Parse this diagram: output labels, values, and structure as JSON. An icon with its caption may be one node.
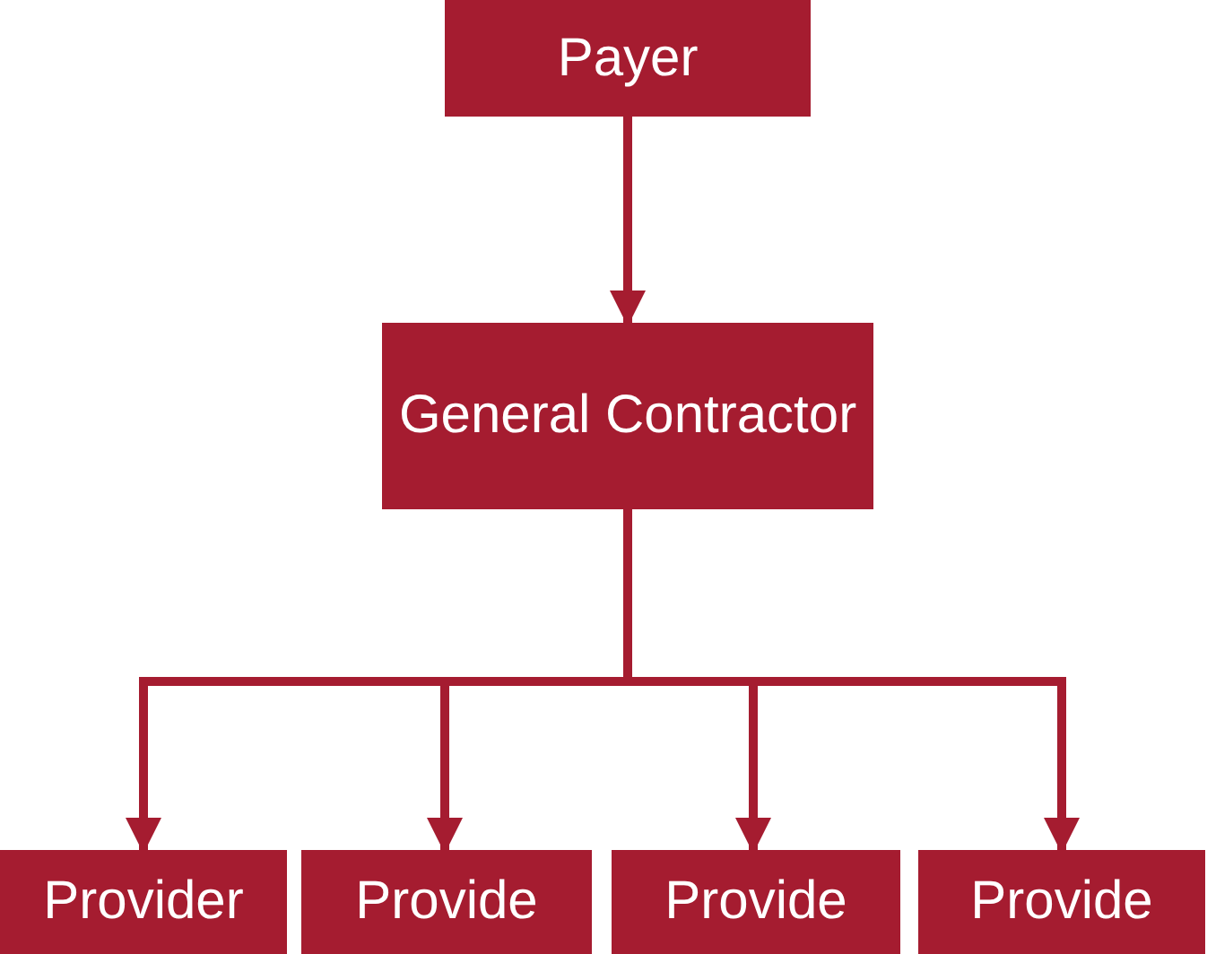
{
  "diagram": {
    "nodes": [
      {
        "text": [
          "Payer"
        ]
      },
      {
        "text": [
          "General Contractor"
        ]
      },
      {
        "text": [
          "Provider"
        ]
      },
      {
        "text": [
          "Provide"
        ]
      },
      {
        "text": [
          "Provide"
        ]
      },
      {
        "text": [
          "Provide"
        ]
      }
    ],
    "edges": [
      {
        "from": 0,
        "to": 1,
        "arrow": "to"
      },
      {
        "from": 1,
        "to": 2,
        "arrow": "to"
      },
      {
        "from": 1,
        "to": 3,
        "arrow": "to"
      },
      {
        "from": 1,
        "to": 4,
        "arrow": "to"
      },
      {
        "from": 1,
        "to": 5,
        "arrow": "to"
      }
    ]
  }
}
